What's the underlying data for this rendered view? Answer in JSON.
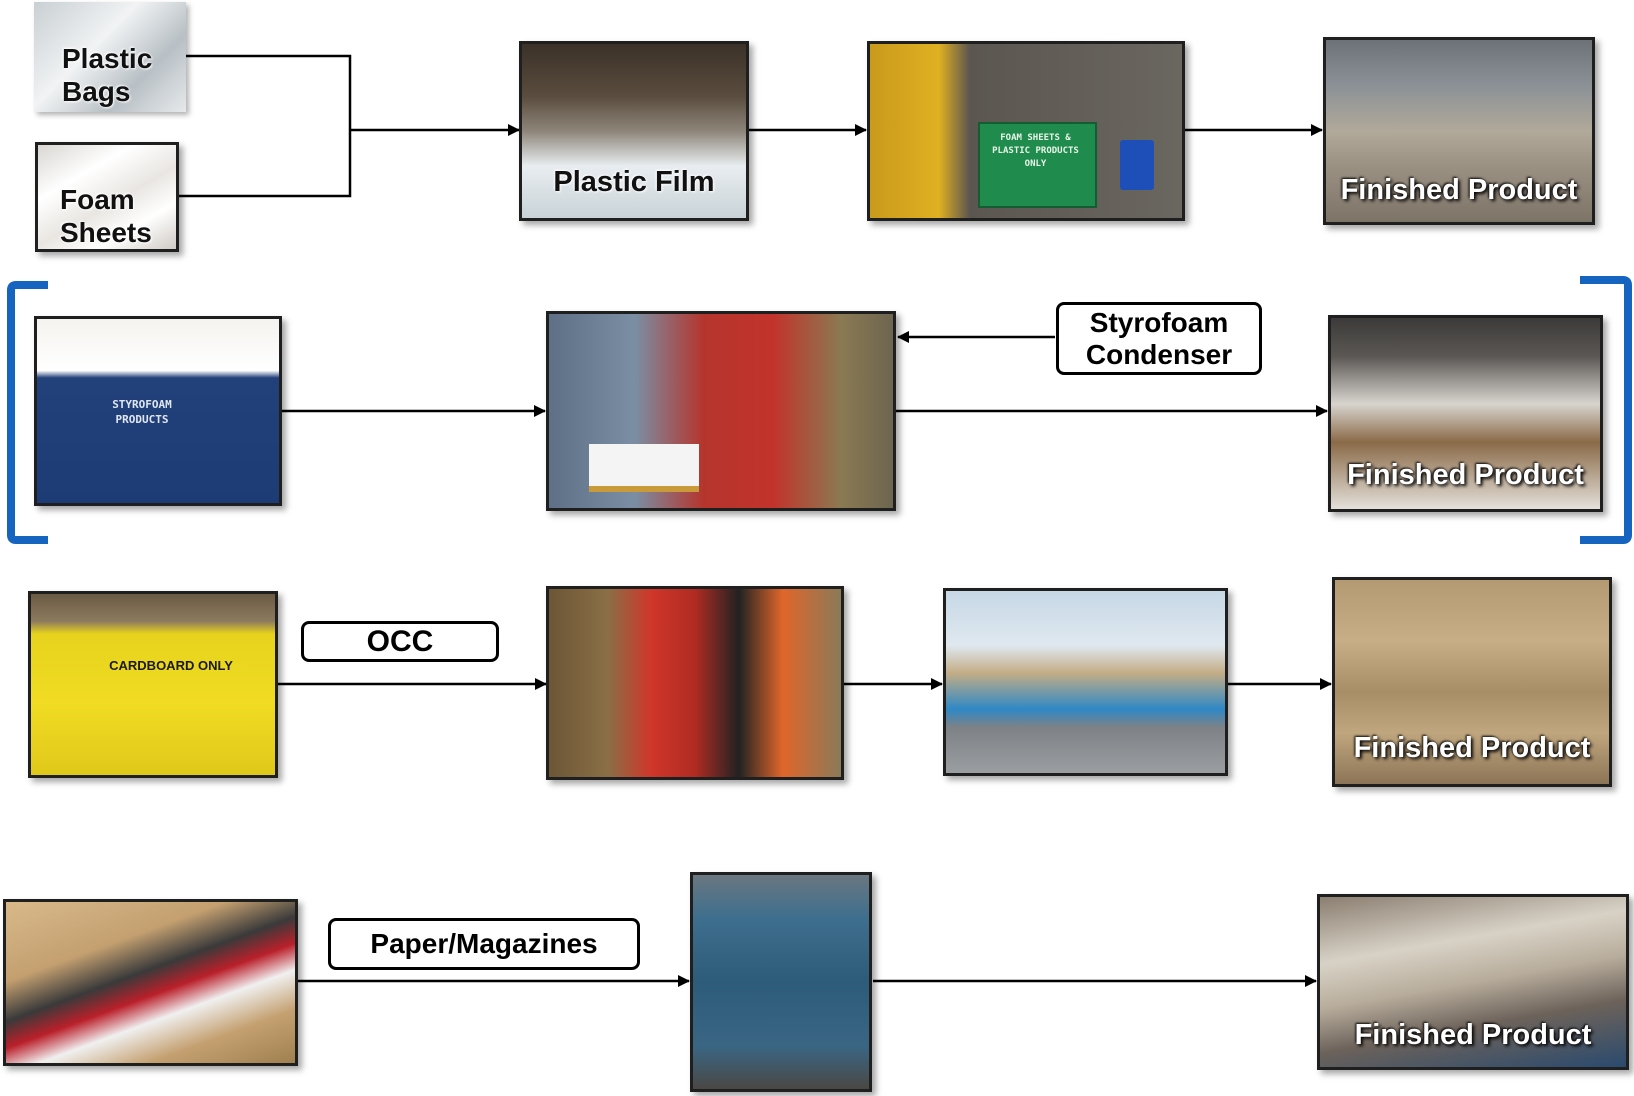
{
  "row1": {
    "input_1": "Plastic Bags",
    "input_2": "Foam Sheets",
    "step_1": "Plastic Film",
    "step_2_sign": "FOAM SHEETS & PLASTIC PRODUCTS ONLY",
    "output": "Finished Product"
  },
  "row2": {
    "input_sign": "STYROFOAM PRODUCTS",
    "machine_tag": "Styrofoam Condenser",
    "output": "Finished Product"
  },
  "row3": {
    "input_sign": "CARDBOARD ONLY",
    "tag": "OCC",
    "output": "Finished Product"
  },
  "row4": {
    "tag": "Paper/Magazines",
    "output": "Finished Product"
  },
  "colors": {
    "bracket": "#1565c0",
    "line": "#000000"
  }
}
